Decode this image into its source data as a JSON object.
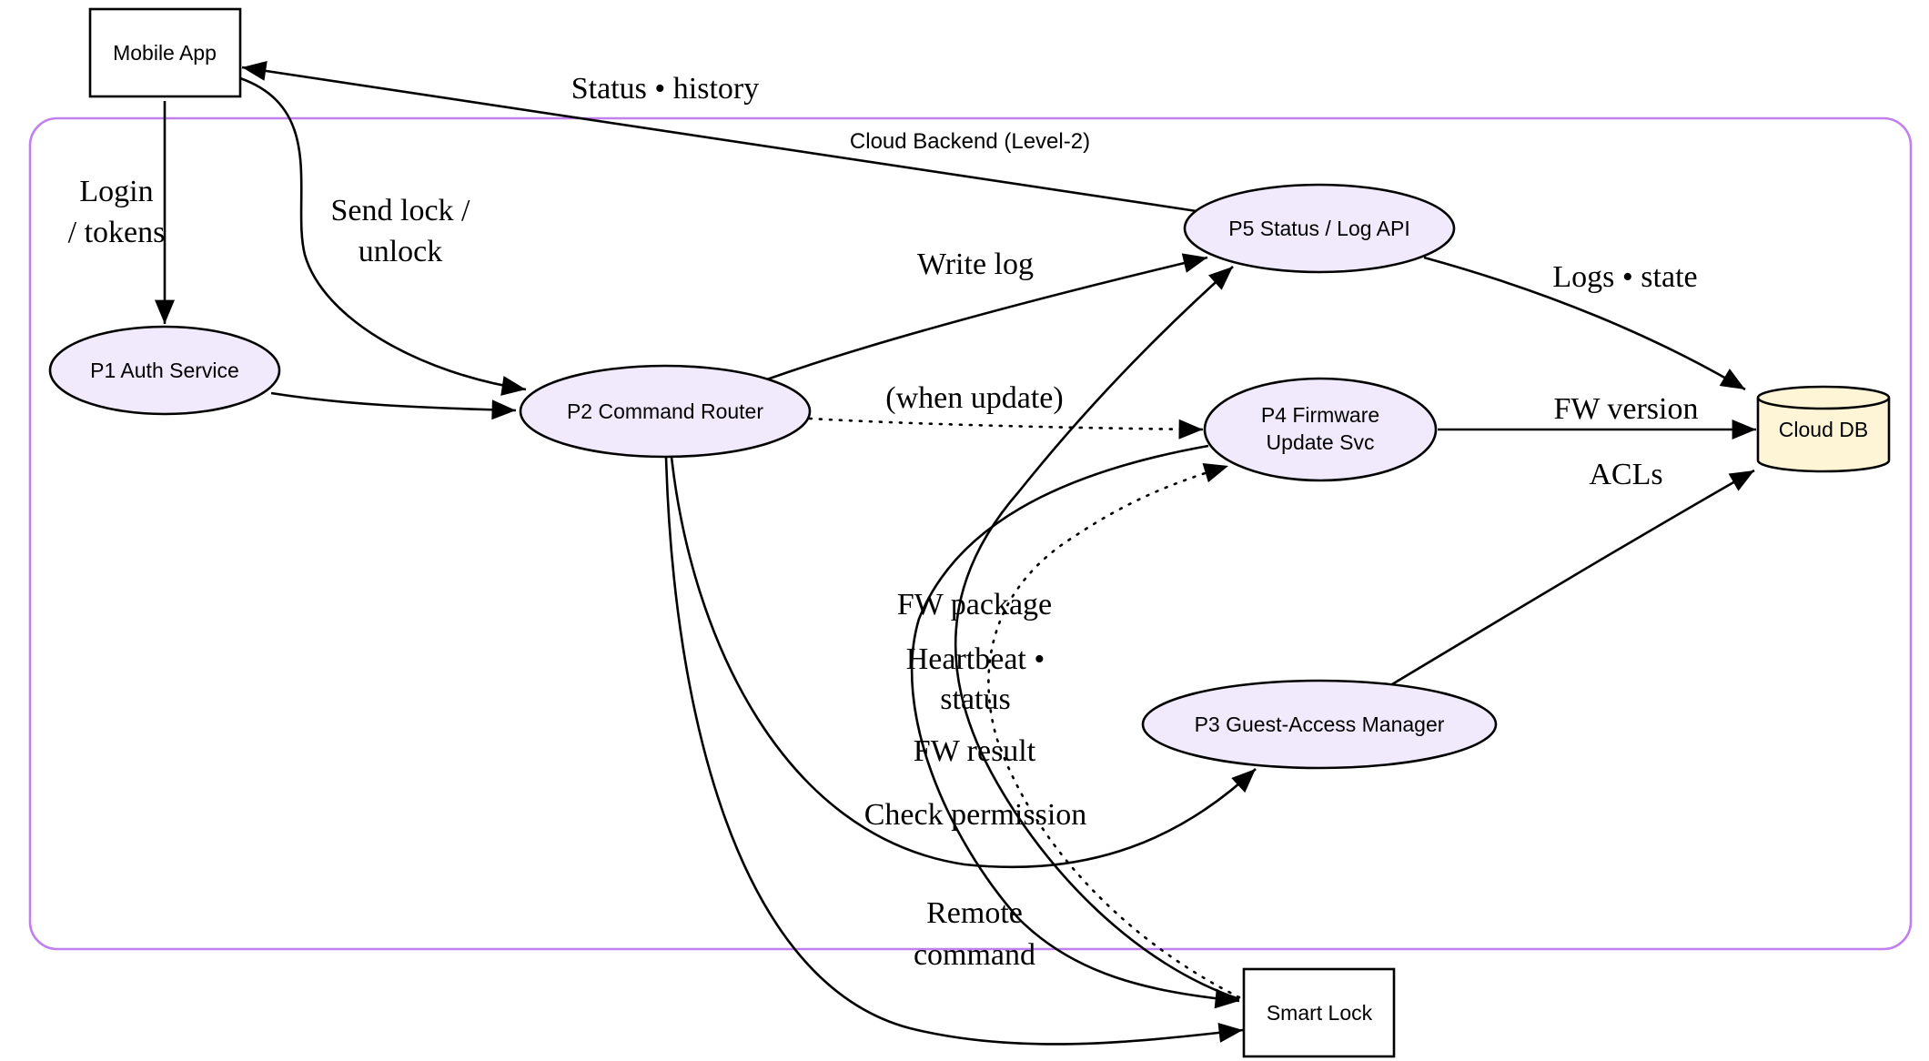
{
  "diagram": {
    "cluster": {
      "label": "Cloud Backend (Level-2)",
      "border_color": "#c080ee"
    },
    "colors": {
      "process_fill": "#f0eafc",
      "store_fill": "#fdf5d6",
      "external_fill": "#ffffff"
    },
    "nodes": {
      "mobile_app": {
        "label": "Mobile App"
      },
      "p1": {
        "label": "P1 Auth Service"
      },
      "p2": {
        "label": "P2 Command Router"
      },
      "p3": {
        "label": "P3 Guest-Access Manager"
      },
      "p4": {
        "line1": "P4 Firmware",
        "line2": "Update Svc"
      },
      "p5": {
        "label": "P5 Status / Log API"
      },
      "cloud_db": {
        "label": "Cloud DB"
      },
      "smart_lock": {
        "label": "Smart Lock"
      }
    },
    "edges": {
      "status_history": {
        "label": "Status • history"
      },
      "login_tokens": {
        "line1": "Login",
        "line2": "/ tokens"
      },
      "send_lock": {
        "line1": "Send lock /",
        "line2": "unlock"
      },
      "write_log": {
        "label": "Write log"
      },
      "logs_state": {
        "label": "Logs • state"
      },
      "when_update": {
        "label": "(when update)"
      },
      "fw_version": {
        "label": "FW version"
      },
      "acls": {
        "label": "ACLs"
      },
      "fw_package": {
        "label": "FW package"
      },
      "heartbeat": {
        "line1": "Heartbeat •",
        "line2": "status"
      },
      "fw_result": {
        "label": "FW result"
      },
      "check_permission": {
        "label": "Check permission"
      },
      "remote_command": {
        "line1": "Remote",
        "line2": "command"
      }
    }
  }
}
